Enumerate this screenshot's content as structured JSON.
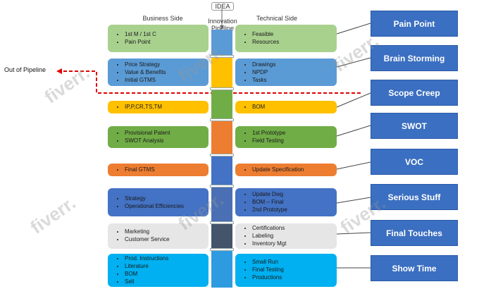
{
  "headers": {
    "business": "Business Side",
    "idea": "IDEA",
    "pipeline": "Innovation Pipeline",
    "technical": "Technical Side"
  },
  "out_of_pipeline": "Out of Pipeline",
  "rows": [
    {
      "left": [
        "1st M / 1st C",
        "Pain Point"
      ],
      "right": [
        "Feasible",
        "Resources"
      ],
      "color": "#a9d18e"
    },
    {
      "left": [
        "Price Strategy",
        "Value & Benefits",
        "Initial GTMS"
      ],
      "right": [
        "Drawings",
        "NPDP",
        "Tasks"
      ],
      "color": "#5b9bd5"
    },
    {
      "left": [
        "IP,P,CR,TS,TM"
      ],
      "right": [
        "BOM"
      ],
      "color": "#ffc000"
    },
    {
      "left": [
        "Provisional Patent",
        "SWOT Analysis"
      ],
      "right": [
        "1st Prototype",
        "Field Testing"
      ],
      "color": "#70ad47"
    },
    {
      "left": [
        "Final GTMS"
      ],
      "right": [
        "Update Specification"
      ],
      "color": "#ed7d31"
    },
    {
      "left": [
        "Strategy",
        "Operational Efficiencies"
      ],
      "right": [
        "Update Dwg",
        "BOM – Final",
        "2nd Prototype"
      ],
      "color": "#4472c4"
    },
    {
      "left": [
        "Marketing",
        "Customer Service"
      ],
      "right": [
        "Certifications",
        "Labeling",
        "Inventory  Mgt"
      ],
      "color": "#e7e6e6"
    },
    {
      "left": [
        "Prod. Instructions",
        "Literature",
        "BOM",
        "Sell"
      ],
      "right": [
        "Small Run",
        "Final Testing",
        "Productions"
      ],
      "color": "#00b0f0"
    }
  ],
  "stages": [
    "Pain Point",
    "Brain Storming",
    "Scope Creep",
    "SWOT",
    "VOC",
    "Serious Stuff",
    "Final Touches",
    "Show Time"
  ],
  "watermark": "fiverr."
}
